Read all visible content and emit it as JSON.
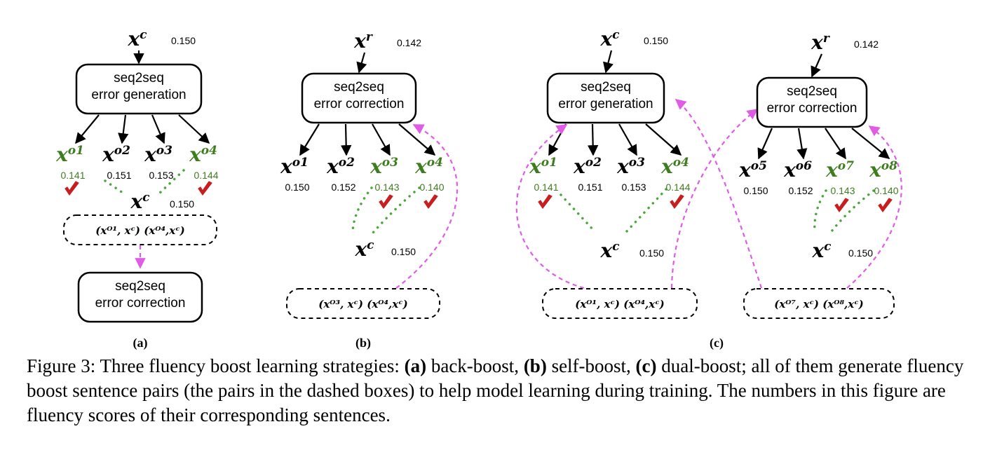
{
  "colors": {
    "black": "#000000",
    "green": "#3e7d1f",
    "green_dots": "#4aa83a",
    "magenta": "#e05ce6",
    "check_red": "#c81e1e"
  },
  "symbols": {
    "check": "check-mark-icon"
  },
  "panels": [
    {
      "label": "(a)",
      "input": {
        "base": "x",
        "sup": "c",
        "score": "0.150"
      },
      "box1": [
        "seq2seq",
        "error generation"
      ],
      "outputs": [
        {
          "base": "x",
          "sup": "o1",
          "score": "0.141",
          "good": true
        },
        {
          "base": "x",
          "sup": "o2",
          "score": "0.151",
          "good": false
        },
        {
          "base": "x",
          "sup": "o3",
          "score": "0.153",
          "good": false
        },
        {
          "base": "x",
          "sup": "o4",
          "score": "0.144",
          "good": true
        }
      ],
      "target": {
        "base": "x",
        "sup": "c",
        "score": "0.150"
      },
      "pairs": "(xᴼ¹, xᶜ)  (xᴼ⁴,xᶜ)",
      "box2": [
        "seq2seq",
        "error correction"
      ]
    },
    {
      "label": "(b)",
      "input": {
        "base": "x",
        "sup": "r",
        "score": "0.142"
      },
      "box1": [
        "seq2seq",
        "error correction"
      ],
      "outputs": [
        {
          "base": "x",
          "sup": "o1",
          "score": "0.150",
          "good": false
        },
        {
          "base": "x",
          "sup": "o2",
          "score": "0.152",
          "good": false
        },
        {
          "base": "x",
          "sup": "o3",
          "score": "0.143",
          "good": true
        },
        {
          "base": "x",
          "sup": "o4",
          "score": "0.140",
          "good": true
        }
      ],
      "target": {
        "base": "x",
        "sup": "c",
        "score": "0.150"
      },
      "pairs": "(xᴼ³, xᶜ) (xᴼ⁴,xᶜ)"
    },
    {
      "label": "(c)",
      "left": {
        "input": {
          "base": "x",
          "sup": "c",
          "score": "0.150"
        },
        "box1": [
          "seq2seq",
          "error generation"
        ],
        "outputs": [
          {
            "base": "x",
            "sup": "o1",
            "score": "0.141",
            "good": true
          },
          {
            "base": "x",
            "sup": "o2",
            "score": "0.151",
            "good": false
          },
          {
            "base": "x",
            "sup": "o3",
            "score": "0.153",
            "good": false
          },
          {
            "base": "x",
            "sup": "o4",
            "score": "0.144",
            "good": true
          }
        ],
        "target": {
          "base": "x",
          "sup": "c",
          "score": "0.150"
        },
        "pairs": "(xᴼ¹, xᶜ)  (xᴼ⁴,xᶜ)"
      },
      "right": {
        "input": {
          "base": "x",
          "sup": "r",
          "score": "0.142"
        },
        "box1": [
          "seq2seq",
          "error correction"
        ],
        "outputs": [
          {
            "base": "x",
            "sup": "o5",
            "score": "0.150",
            "good": false
          },
          {
            "base": "x",
            "sup": "o6",
            "score": "0.152",
            "good": false
          },
          {
            "base": "x",
            "sup": "o7",
            "score": "0.143",
            "good": true
          },
          {
            "base": "x",
            "sup": "o8",
            "score": "0.140",
            "good": true
          }
        ],
        "target": {
          "base": "x",
          "sup": "c",
          "score": "0.150"
        },
        "pairs": "(xᴼ⁷, xᶜ)   (xᴼ⁸,xᶜ)"
      }
    }
  ],
  "caption": {
    "prefix": "Figure 3: Three fluency boost learning strategies: ",
    "a": "(a)",
    "a_text": " back-boost, ",
    "b": "(b)",
    "b_text": " self-boost, ",
    "c": "(c)",
    "c_text": " dual-boost; all of them generate fluency boost sentence pairs (the pairs in the dashed boxes) to help model learning during training. The numbers in this figure are fluency scores of their corresponding sentences."
  }
}
